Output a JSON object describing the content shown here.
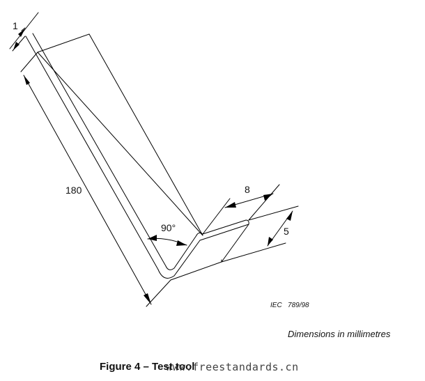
{
  "dimensions": {
    "thickness": "1",
    "length": "180",
    "angle": "90°",
    "width": "8",
    "lip": "5"
  },
  "reference": "IEC   789/98",
  "note": "Dimensions in millimetres",
  "caption": "Figure 4 – Test tool",
  "watermark": "www.freestandards.cn",
  "colors": {
    "ink": "#000000",
    "background": "#ffffff"
  }
}
